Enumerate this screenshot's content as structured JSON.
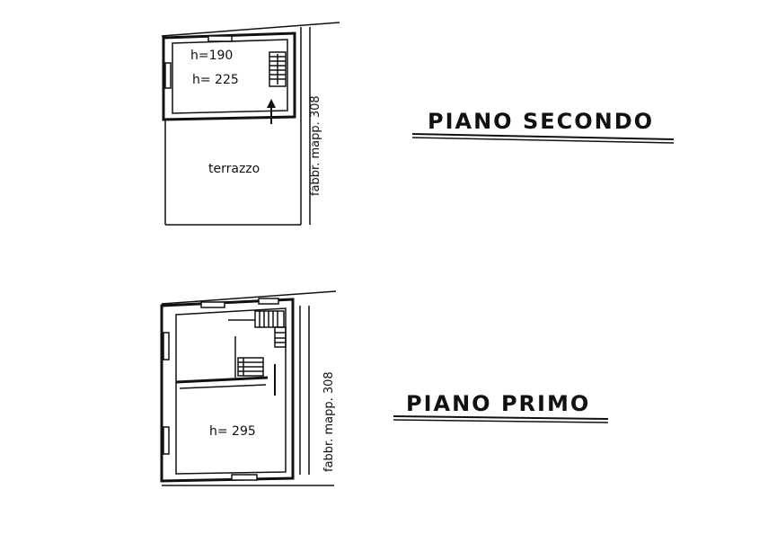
{
  "upper_floor": {
    "title": "PIANO SECONDO",
    "height_1": "h=190",
    "height_2": "h= 225",
    "terrace_label": "terrazzo",
    "adjacent_label": "fabbr. mapp. 308"
  },
  "lower_floor": {
    "title": "PIANO PRIMO",
    "height": "h= 295",
    "adjacent_label": "fabbr. mapp. 308"
  }
}
